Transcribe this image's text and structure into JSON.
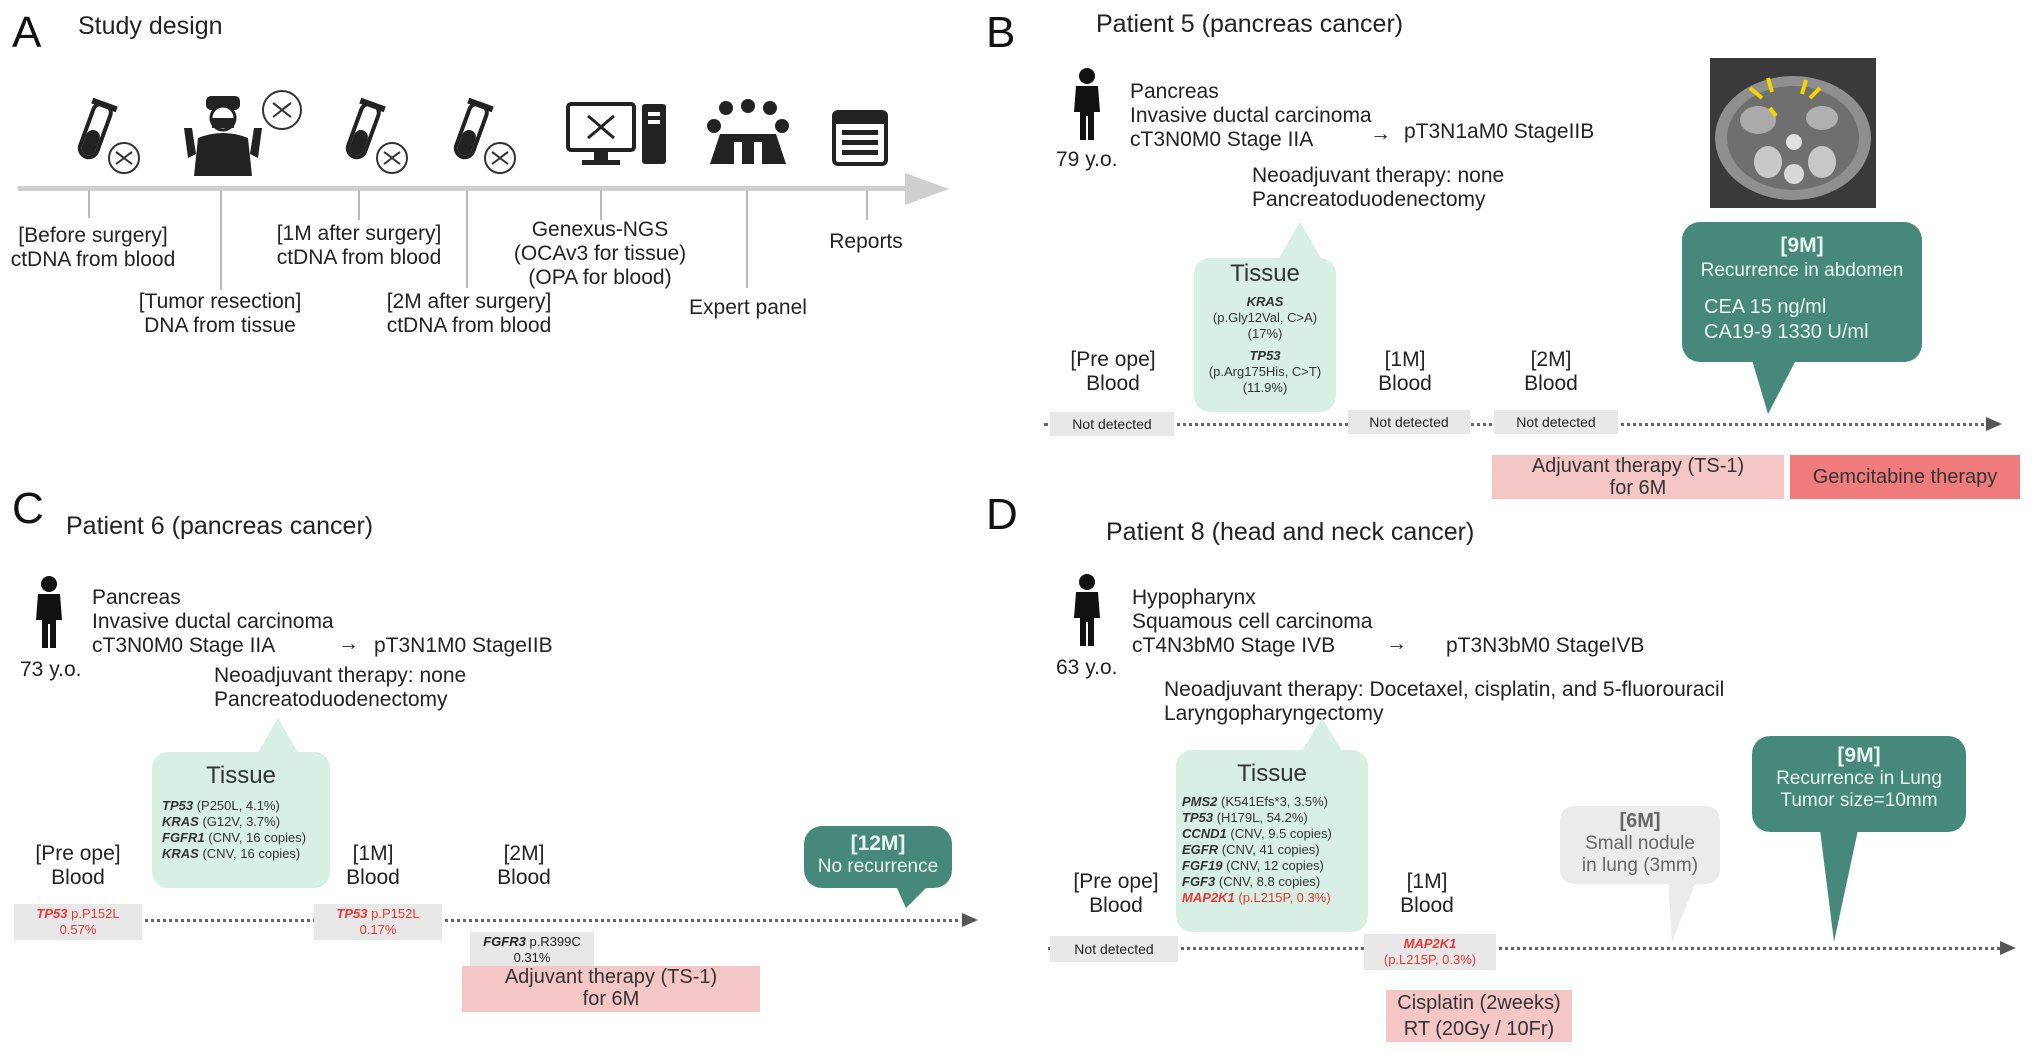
{
  "panel_a": {
    "letter": "A",
    "title": "Study design",
    "icons": [
      "blood-tube-icon",
      "surgeon-icon",
      "blood-tube-icon",
      "blood-tube-icon",
      "computer-dna-icon",
      "expert-panel-icon",
      "report-icon"
    ],
    "steps_top": [
      {
        "line1": "[Before surgery]",
        "line2": "ctDNA from blood"
      },
      {
        "line1": "[1M after surgery]",
        "line2": "ctDNA from blood"
      },
      {
        "line1": "Genexus-NGS",
        "line2": "(OCAv3 for tissue)",
        "line3": "(OPA for blood)"
      },
      {
        "line1": "Reports"
      }
    ],
    "steps_bottom": [
      {
        "line1": "[Tumor resection]",
        "line2": "DNA from tissue"
      },
      {
        "line1": "[2M after surgery]",
        "line2": "ctDNA from blood"
      },
      {
        "line1": "Expert panel"
      }
    ]
  },
  "panel_b": {
    "letter": "B",
    "title": "Patient 5 (pancreas cancer)",
    "age": "79 y.o.",
    "organ": "Pancreas",
    "histology": "Invasive ductal carcinoma",
    "clinical_stage": "cT3N0M0 Stage IIA",
    "arrow": "→",
    "path_stage": "pT3N1aM0 StageIIB",
    "neoadjuvant": "Neoadjuvant therapy: none",
    "surgery": "Pancreatoduodenectomy",
    "tissue_title": "Tissue",
    "tissue_mutations": [
      {
        "gene": "KRAS",
        "detail": "(p.Gly12Val, C>A)",
        "freq": "(17%)"
      },
      {
        "gene": "TP53",
        "detail": "(p.Arg175His, C>T)",
        "freq": "(11.9%)"
      }
    ],
    "timepoints": [
      {
        "line1": "[Pre ope]",
        "line2": "Blood",
        "result": "Not detected"
      },
      {
        "line1": "[1M]",
        "line2": "Blood",
        "result": "Not detected"
      },
      {
        "line1": "[2M]",
        "line2": "Blood",
        "result": "Not detected"
      }
    ],
    "recurrence": {
      "time": "[9M]",
      "text": "Recurrence in abdomen",
      "marker1": "CEA 15 ng/ml",
      "marker2": "CA19-9 1330 U/ml"
    },
    "therapy1_line1": "Adjuvant therapy (TS-1)",
    "therapy1_line2": "for 6M",
    "therapy2": "Gemcitabine therapy"
  },
  "panel_c": {
    "letter": "C",
    "title": "Patient 6 (pancreas cancer)",
    "age": "73 y.o.",
    "organ": "Pancreas",
    "histology": "Invasive ductal carcinoma",
    "clinical_stage": "cT3N0M0 Stage IIA",
    "arrow": "→",
    "path_stage": "pT3N1M0 StageIIB",
    "neoadjuvant": "Neoadjuvant therapy: none",
    "surgery": "Pancreatoduodenectomy",
    "tissue_title": "Tissue",
    "tissue_mutations": [
      {
        "gene": "TP53",
        "detail": "(P250L, 4.1%)"
      },
      {
        "gene": "KRAS",
        "detail": "(G12V, 3.7%)"
      },
      {
        "gene": "FGFR1",
        "detail": "(CNV, 16 copies)"
      },
      {
        "gene": "KRAS",
        "detail": "(CNV, 16 copies)"
      }
    ],
    "timepoints": [
      {
        "line1": "[Pre ope]",
        "line2": "Blood",
        "gene": "TP53",
        "result": "p.P152L",
        "freq": "0.57%"
      },
      {
        "line1": "[1M]",
        "line2": "Blood",
        "gene": "TP53",
        "result": "p.P152L",
        "freq": "0.17%"
      },
      {
        "line1": "[2M]",
        "line2": "Blood",
        "gene": "FGFR3",
        "result": "p.R399C",
        "freq": "0.31%"
      }
    ],
    "recurrence": {
      "time": "[12M]",
      "text": "No recurrence"
    },
    "therapy1_line1": "Adjuvant therapy (TS-1)",
    "therapy1_line2": "for 6M"
  },
  "panel_d": {
    "letter": "D",
    "title": "Patient 8 (head and neck cancer)",
    "age": "63 y.o.",
    "organ": "Hypopharynx",
    "histology": "Squamous cell carcinoma",
    "clinical_stage": "cT4N3bM0 Stage IVB",
    "arrow": "→",
    "path_stage": "pT3N3bM0 StageIVB",
    "neoadjuvant": "Neoadjuvant therapy: Docetaxel, cisplatin, and 5-fluorouracil",
    "surgery": "Laryngopharyngectomy",
    "tissue_title": "Tissue",
    "tissue_mutations": [
      {
        "gene": "PMS2",
        "detail": "(K541Efs*3, 3.5%)"
      },
      {
        "gene": "TP53",
        "detail": "(H179L, 54.2%)"
      },
      {
        "gene": "CCND1",
        "detail": "(CNV, 9.5 copies)"
      },
      {
        "gene": "EGFR",
        "detail": "(CNV, 41 copies)"
      },
      {
        "gene": "FGF19",
        "detail": "(CNV, 12 copies)"
      },
      {
        "gene": "FGF3",
        "detail": "(CNV, 8.8 copies)"
      },
      {
        "gene": "MAP2K1",
        "detail": "(p.L215P, 0.3%)"
      }
    ],
    "timepoints": [
      {
        "line1": "[Pre ope]",
        "line2": "Blood",
        "result": "Not detected"
      },
      {
        "line1": "[1M]",
        "line2": "Blood",
        "gene": "MAP2K1",
        "result": "(p.L215P, 0.3%)"
      }
    ],
    "nodule": {
      "time": "[6M]",
      "line1": "Small nodule",
      "line2": "in lung (3mm)"
    },
    "recurrence": {
      "time": "[9M]",
      "line1": "Recurrence in Lung",
      "line2": "Tumor size=10mm"
    },
    "therapy1": "Cisplatin (2weeks)",
    "therapy2": "RT (20Gy / 10Fr)"
  },
  "colors": {
    "tissue_bubble": "#d7efe5",
    "recurrence_bubble": "#46897a",
    "adjuvant": "#f4c6c6",
    "gemcitabine": "#ef7b7d",
    "mutation_red": "#e53935"
  }
}
